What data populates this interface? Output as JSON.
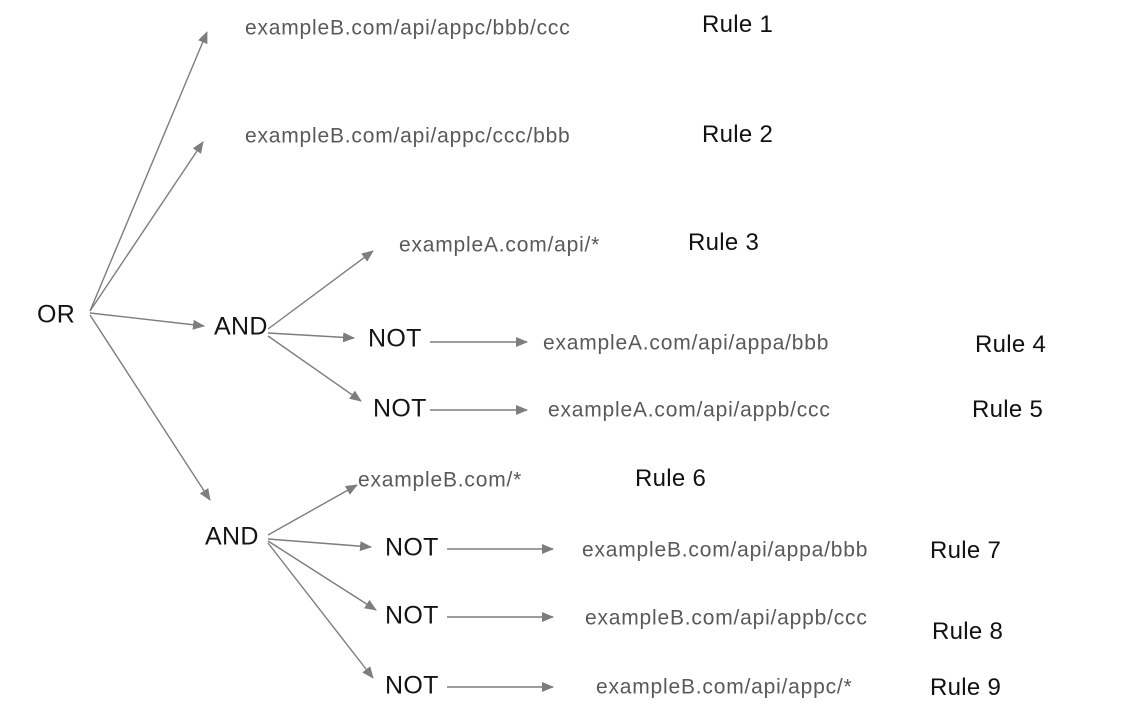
{
  "colors": {
    "background": "#ffffff",
    "line": "#7d7d7d",
    "url_text": "#595959",
    "label_text": "#141414"
  },
  "operators": {
    "or": "OR",
    "and_top": "AND",
    "and_bottom": "AND",
    "not": "NOT"
  },
  "rules": [
    {
      "name": "Rule 1",
      "pattern": "exampleB.com/api/appc/bbb/ccc",
      "negated": false,
      "group": "or"
    },
    {
      "name": "Rule 2",
      "pattern": "exampleB.com/api/appc/ccc/bbb",
      "negated": false,
      "group": "or"
    },
    {
      "name": "Rule 3",
      "pattern": "exampleA.com/api/*",
      "negated": false,
      "group": "and_top"
    },
    {
      "name": "Rule 4",
      "pattern": "exampleA.com/api/appa/bbb",
      "negated": true,
      "group": "and_top"
    },
    {
      "name": "Rule 5",
      "pattern": "exampleA.com/api/appb/ccc",
      "negated": true,
      "group": "and_top"
    },
    {
      "name": "Rule 6",
      "pattern": "exampleB.com/*",
      "negated": false,
      "group": "and_bottom"
    },
    {
      "name": "Rule 7",
      "pattern": "exampleB.com/api/appa/bbb",
      "negated": true,
      "group": "and_bottom"
    },
    {
      "name": "Rule 8",
      "pattern": "exampleB.com/api/appb/ccc",
      "negated": true,
      "group": "and_bottom"
    },
    {
      "name": "Rule 9",
      "pattern": "exampleB.com/api/appc/*",
      "negated": true,
      "group": "and_bottom"
    }
  ]
}
